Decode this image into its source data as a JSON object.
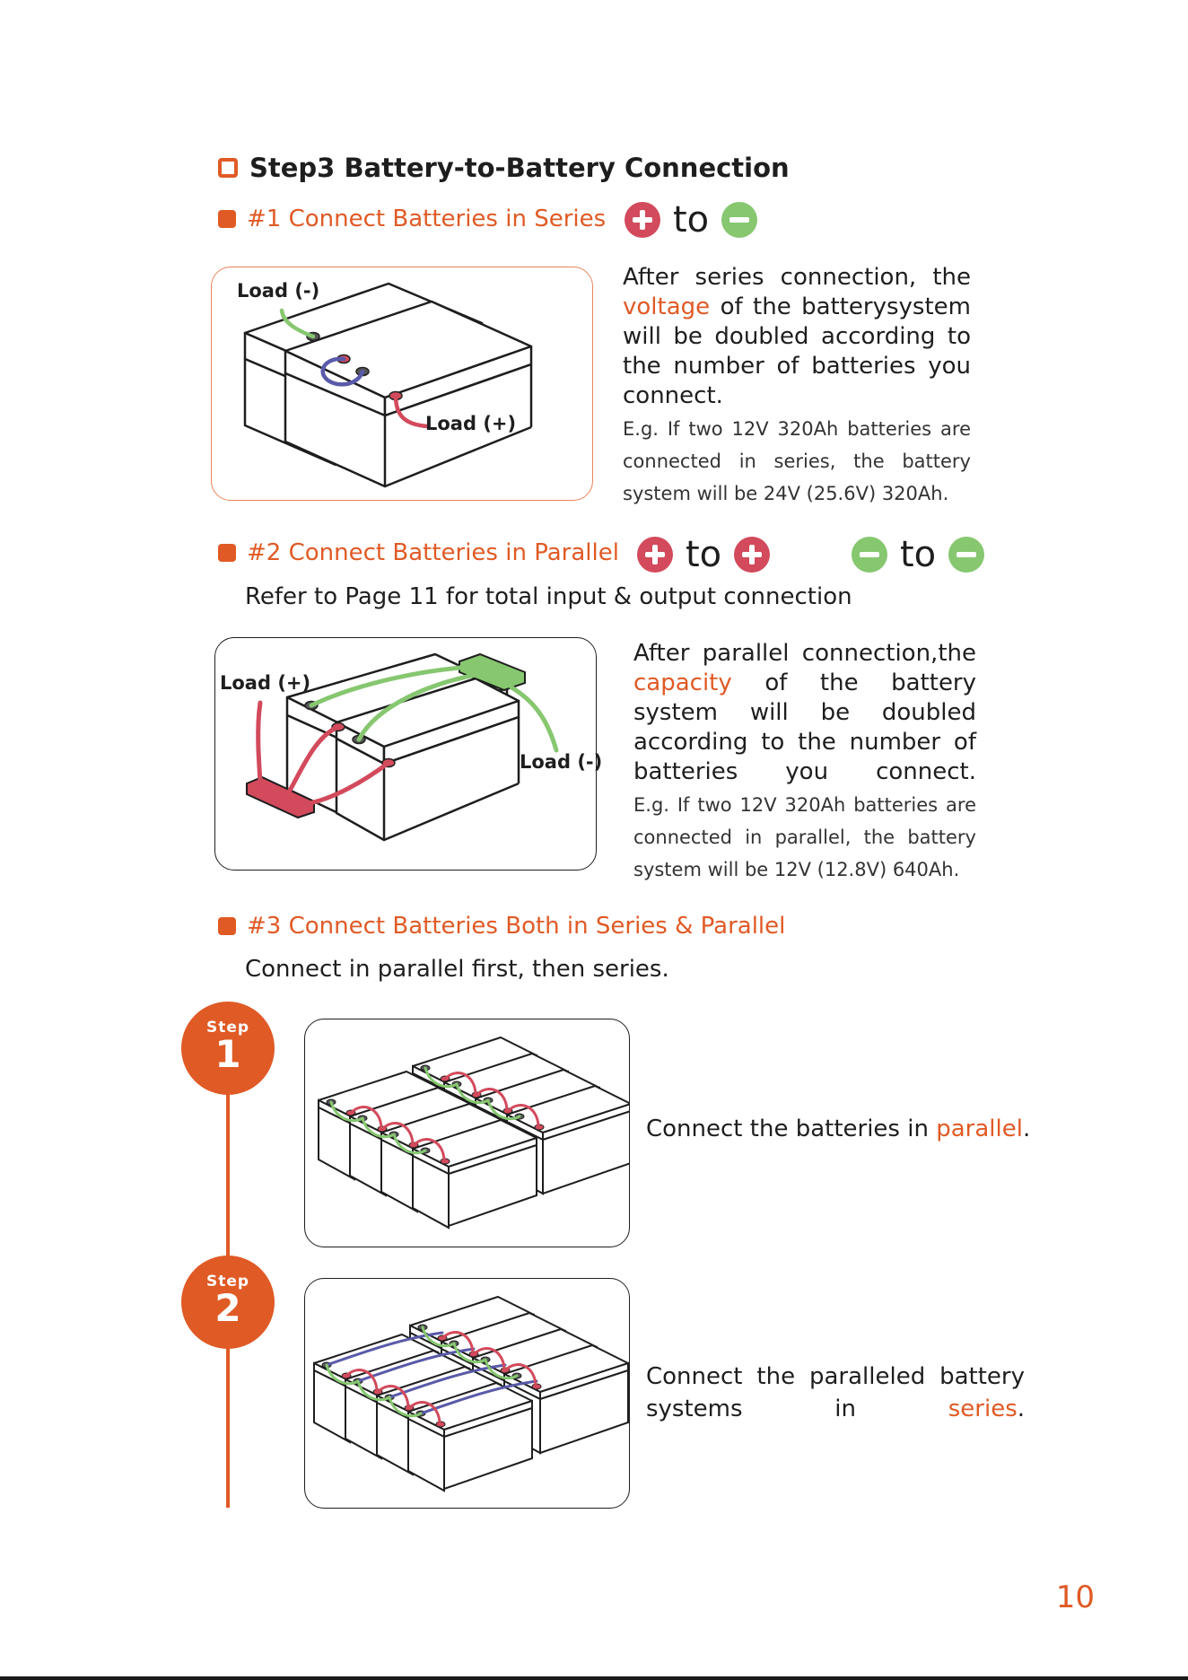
{
  "heading": "Step3 Battery-to-Battery Connection",
  "series": {
    "title": "#1 Connect Batteries in Series",
    "to": "to",
    "load_neg": "Load (-)",
    "load_pos": "Load (+)",
    "para_before": "After series connection, the",
    "para_highlight": "voltage",
    "para_after": "of the batterysystem will be doubled according to the number of batteries you connect.",
    "example": "E.g. If two 12V 320Ah batteries are connected in series, the battery system will be 24V (25.6V) 320Ah."
  },
  "parallel": {
    "title": "#2 Connect Batteries in Parallel",
    "to1": "to",
    "to2": "to",
    "refer": "Refer to Page 11 for total input & output connection",
    "load_pos": "Load (+)",
    "load_neg": "Load (-)",
    "para_before": "After parallel connection,the",
    "para_highlight": "capacity",
    "para_after": "of the battery system will be doubled according to the number of batteries you connect.",
    "example": "E.g. If two 12V 320Ah batteries are connected in parallel, the battery system will be 12V (12.8V) 640Ah."
  },
  "both": {
    "title": "#3 Connect Batteries Both in Series & Parallel",
    "subtitle": "Connect in parallel first, then series.",
    "step1": {
      "step_word": "Step",
      "number": "1",
      "text_before": "Connect the batteries in",
      "highlight": "parallel",
      "text_after": "."
    },
    "step2": {
      "step_word": "Step",
      "number": "2",
      "text_before": "Connect the paralleled battery systems in",
      "highlight": "series",
      "text_after": "."
    }
  },
  "page_number": "10",
  "colors": {
    "accent": "#e05a25",
    "positive": "#d24a5c",
    "negative": "#86c770",
    "series_link": "#5a5aaa"
  }
}
